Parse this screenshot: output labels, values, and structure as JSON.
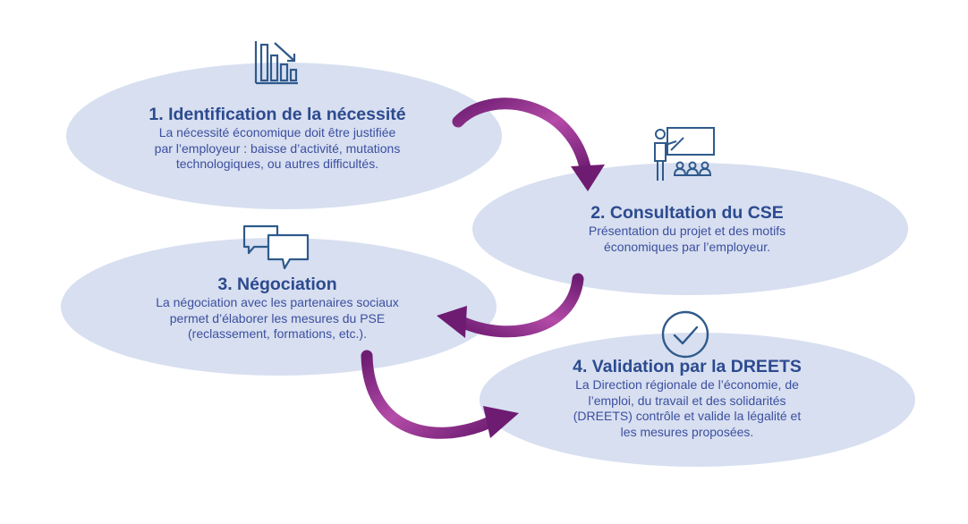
{
  "steps": [
    {
      "title": "1. Identification de la nécessité",
      "lines": [
        "La nécessité économique doit être justifiée",
        "par l’employeur : baisse d’activité, mutations",
        "technologiques, ou autres difficultés."
      ],
      "icon": "declining-bar-chart-icon"
    },
    {
      "title": "2. Consultation du CSE",
      "lines": [
        "Présentation du projet et des motifs",
        "économiques par l’employeur."
      ],
      "icon": "presentation-audience-icon"
    },
    {
      "title": "3. Négociation",
      "lines": [
        "La négociation avec les partenaires sociaux",
        "permet d’élaborer les mesures du PSE",
        "(reclassement, formations, etc.)."
      ],
      "icon": "speech-bubbles-icon"
    },
    {
      "title": "4. Validation par la DREETS",
      "lines": [
        "La Direction régionale de l’économie, de",
        "l’emploi, du travail et des solidarités",
        "(DREETS) contrôle et valide la légalité et",
        "les mesures proposées."
      ],
      "icon": "checkmark-circle-icon"
    }
  ],
  "colors": {
    "ellipse_fill": "#d7dff0",
    "title_text": "#2c4a8f",
    "body_text": "#3c4fa0",
    "icon_stroke": "#2f5a8c",
    "arrow_light": "#b44ca8",
    "arrow_dark": "#6e1c72"
  }
}
